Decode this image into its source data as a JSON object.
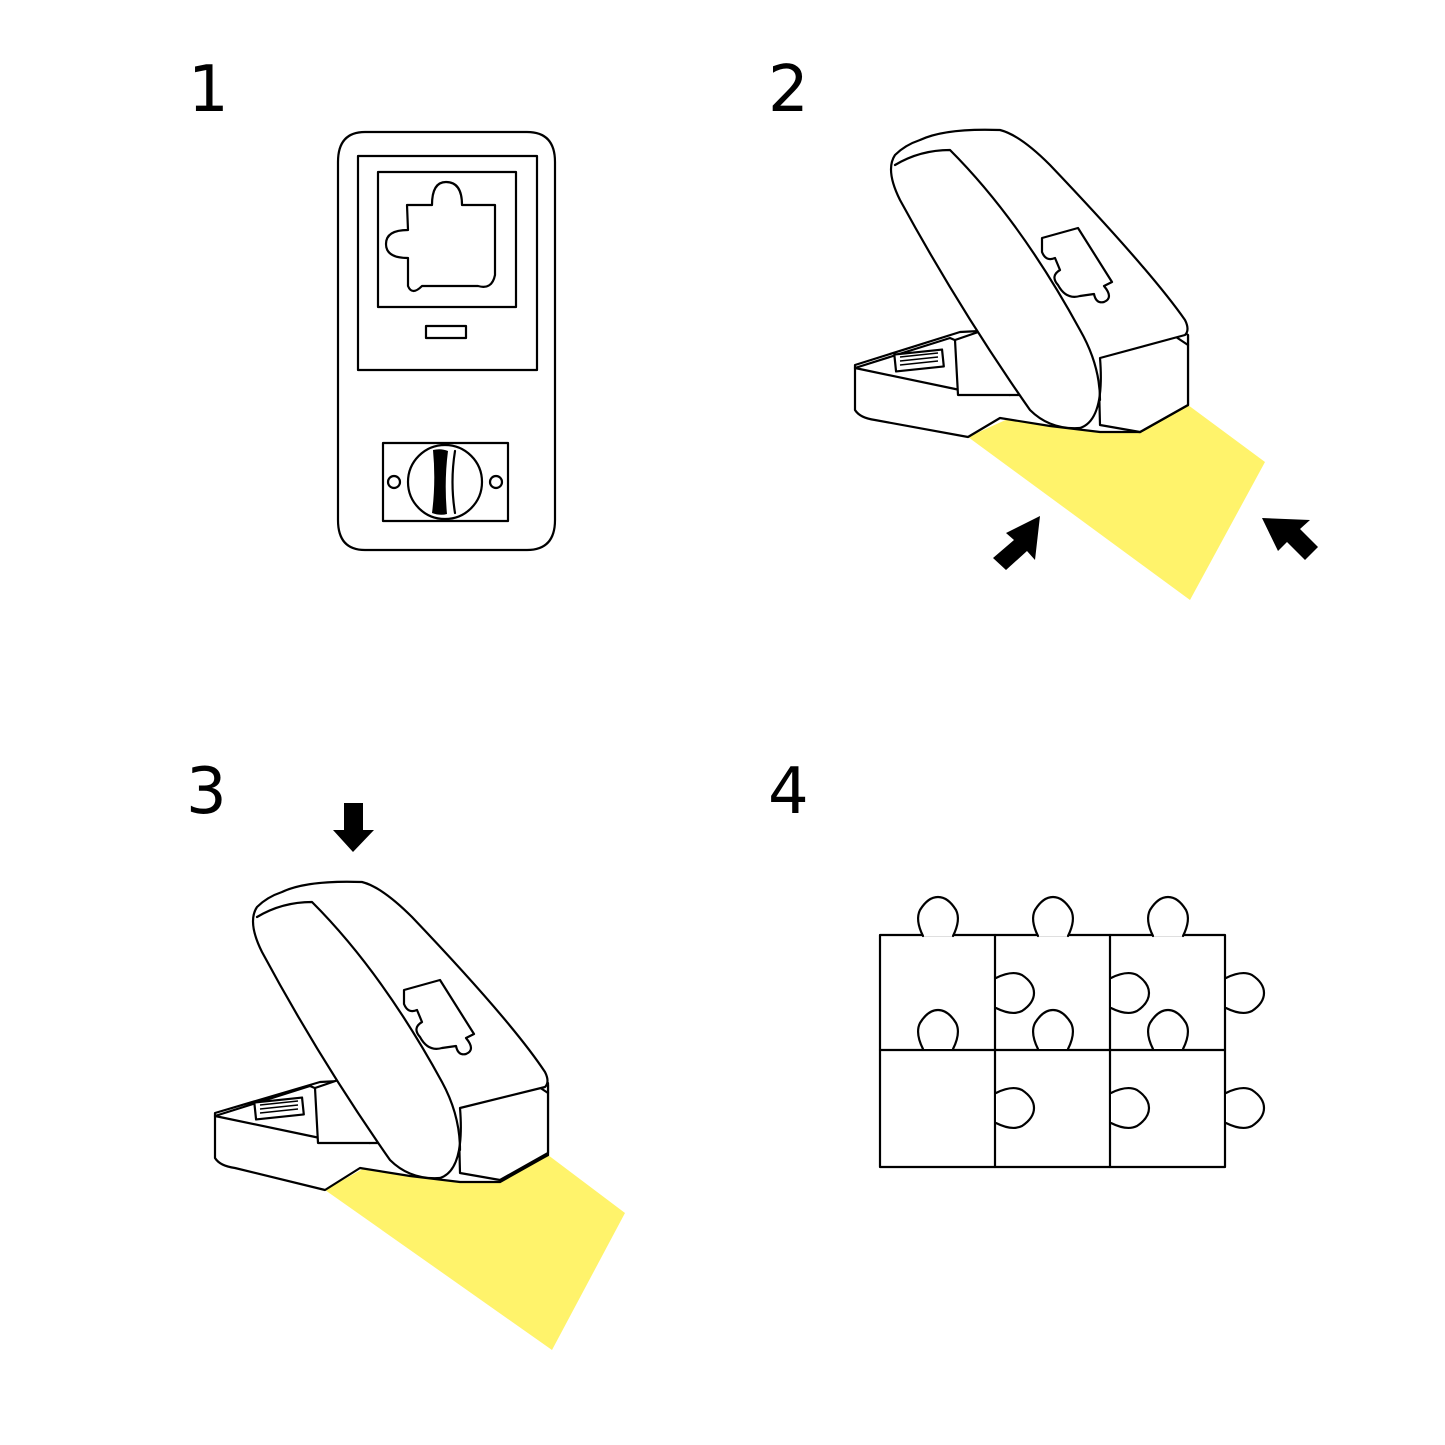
{
  "steps": [
    {
      "number": "1"
    },
    {
      "number": "2"
    },
    {
      "number": "3"
    },
    {
      "number": "4"
    }
  ],
  "colors": {
    "paper": "#FFF36B",
    "line": "#000000",
    "background": "#FFFFFF"
  },
  "icons": {
    "step1": "puzzle-punch-top-view-icon",
    "step2": "punch-open-with-paper-icon",
    "step3": "punch-press-down-icon",
    "step4": "puzzle-pieces-grid-icon",
    "arrows": "arrow-icon"
  }
}
